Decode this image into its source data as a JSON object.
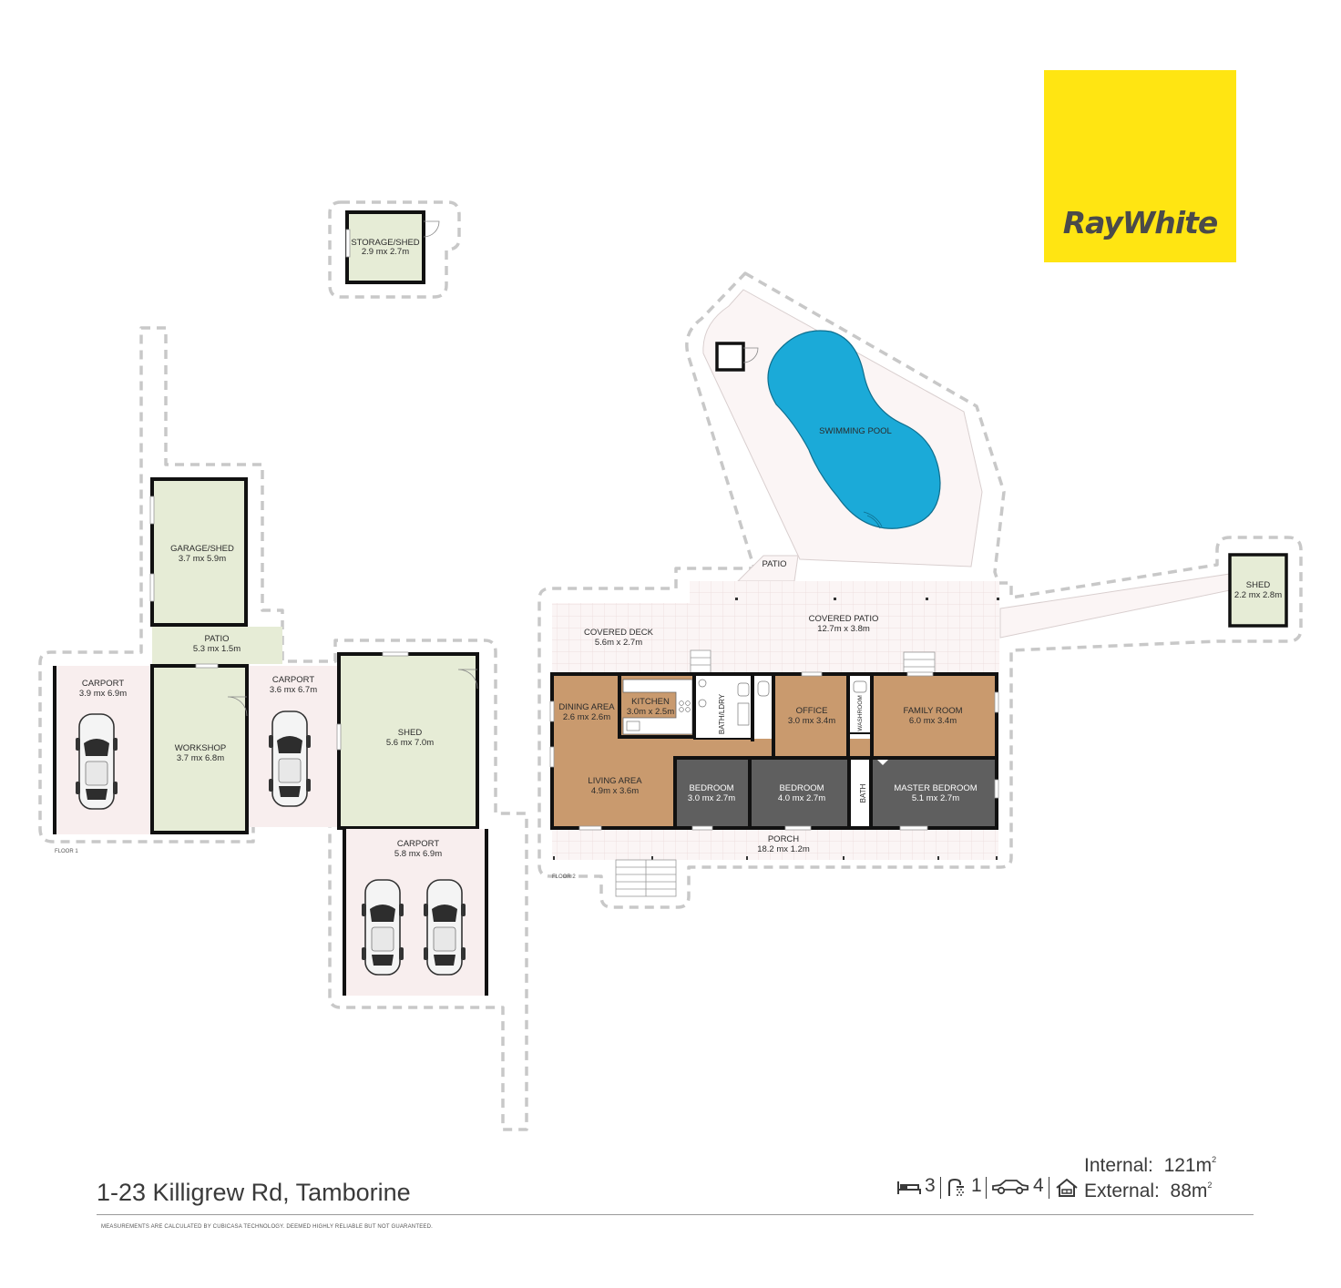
{
  "brand": {
    "name": "RayWhite",
    "color": "#ffe512"
  },
  "address": "1-23 Killigrew Rd, Tamborine",
  "disclaimer": "MEASUREMENTS ARE CALCULATED BY CUBICASA TECHNOLOGY. DEEMED HIGHLY RELIABLE BUT NOT GUARANTEED.",
  "stats": {
    "bedrooms": "3",
    "bathrooms": "1",
    "car_spaces": "4",
    "internal_label": "Internal:",
    "internal_value": "121m",
    "external_label": "External:",
    "external_value": "88m",
    "sq": "2"
  },
  "icons": [
    "bed-icon",
    "bath-icon",
    "car-icon",
    "house-icon"
  ],
  "floor_labels": {
    "floor1": "FLOOR 1",
    "floor2": "FLOOR 2"
  },
  "colors": {
    "wall": "#111111",
    "living_wood": "#c99a6e",
    "bedroom_dark": "#5f5f5f",
    "outbuilding": "#e6ecd6",
    "carport": "#f8eeee",
    "patio": "#fbf5f5",
    "pool": "#1baad8"
  },
  "rooms": {
    "storage_shed": {
      "name": "STORAGE/SHED",
      "size": "2.9 mx 2.7m"
    },
    "garage_shed": {
      "name": "GARAGE/SHED",
      "size": "3.7 mx 5.9m"
    },
    "patio_left": {
      "name": "PATIO",
      "size": "5.3 mx 1.5m"
    },
    "carport_1": {
      "name": "CARPORT",
      "size": "3.9 mx 6.9m"
    },
    "workshop": {
      "name": "WORKSHOP",
      "size": "3.7 mx 6.8m"
    },
    "carport_2": {
      "name": "CARPORT",
      "size": "3.6 mx 6.7m"
    },
    "shed_big": {
      "name": "SHED",
      "size": "5.6 mx 7.0m"
    },
    "carport_3": {
      "name": "CARPORT",
      "size": "5.8 mx 6.9m"
    },
    "swimming_pool": {
      "name": "SWIMMING POOL"
    },
    "patio_pool": {
      "name": "PATIO"
    },
    "shed_small": {
      "name": "SHED",
      "size": "2.2 mx 2.8m"
    },
    "covered_deck": {
      "name": "COVERED DECK",
      "size": "5.6m x 2.7m"
    },
    "covered_patio": {
      "name": "COVERED PATIO",
      "size": "12.7m x 3.8m"
    },
    "dining_area": {
      "name": "DINING AREA",
      "size": "2.6 mx 2.6m"
    },
    "kitchen": {
      "name": "KITCHEN",
      "size": "3.0m x 2.5m"
    },
    "bath_ldry": {
      "name": "BATH/LDRY"
    },
    "office": {
      "name": "OFFICE",
      "size": "3.0 mx 3.4m"
    },
    "washroom": {
      "name": "WASHROOM"
    },
    "family_room": {
      "name": "FAMILY ROOM",
      "size": "6.0 mx 3.4m"
    },
    "living_area": {
      "name": "LIVING AREA",
      "size": "4.9m x 3.6m"
    },
    "bedroom_1": {
      "name": "BEDROOM",
      "size": "3.0 mx 2.7m"
    },
    "bedroom_2": {
      "name": "BEDROOM",
      "size": "4.0 mx 2.7m"
    },
    "bath": {
      "name": "BATH"
    },
    "master_bedroom": {
      "name": "MASTER BEDROOM",
      "size": "5.1 mx 2.7m"
    },
    "porch": {
      "name": "PORCH",
      "size": "18.2 mx 1.2m"
    }
  }
}
